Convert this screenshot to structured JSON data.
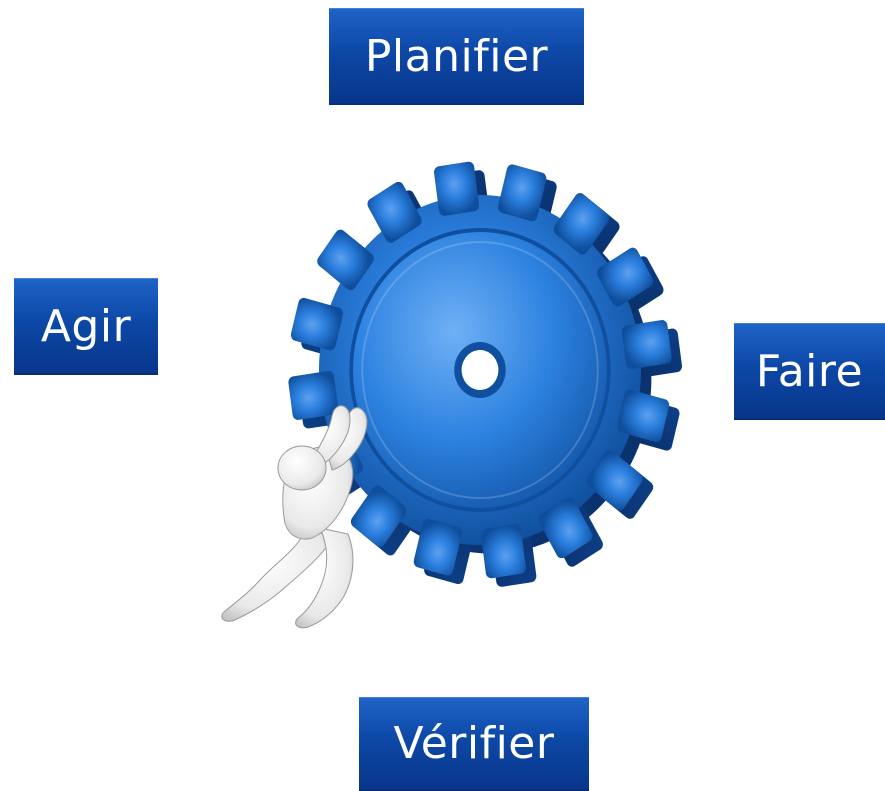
{
  "cycle": {
    "plan_label": "Planifier",
    "do_label": "Faire",
    "check_label": "Vérifier",
    "act_label": "Agir"
  },
  "colors": {
    "label_fill": "#0d48a6",
    "label_text": "#ffffff",
    "gear_main": "#1e6fcf",
    "gear_dark": "#0f4f9e",
    "figure": "#f2f2f2"
  },
  "icons": {
    "center": "gear-icon",
    "figure": "pushing-figure-icon"
  }
}
